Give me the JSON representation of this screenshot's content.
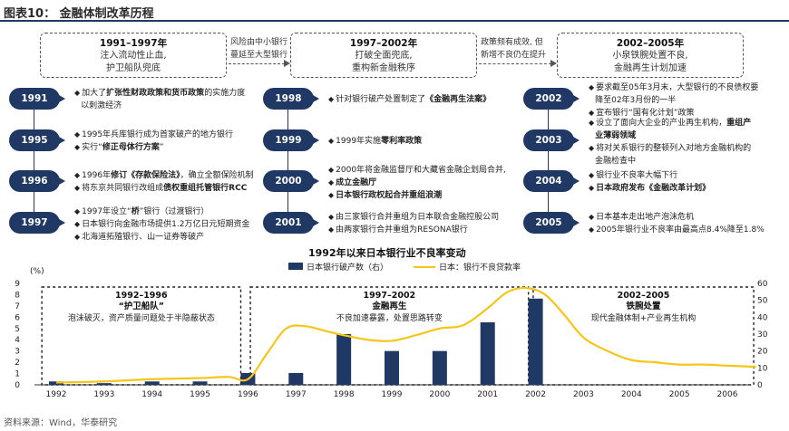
{
  "header": {
    "title": "图表10：  金融体制改革历程"
  },
  "phases": [
    {
      "years": "1991–1997年",
      "lines": [
        "注入流动性止血,",
        "护卫船队兜底"
      ]
    },
    {
      "years": "1997–2002年",
      "lines": [
        "打破全面兜底,",
        "重构新金融秩序"
      ]
    },
    {
      "years": "2002–2005年",
      "lines": [
        "小泉铁腕处置不良,",
        "金融再生计划加速"
      ]
    }
  ],
  "transitions": [
    {
      "lines": [
        "风险由中小银行",
        "蔓延至大型银行"
      ]
    },
    {
      "lines": [
        "政策频有成效, 但",
        "新增不良仍在提升"
      ]
    }
  ],
  "timeline": {
    "col1": [
      {
        "year": "1991",
        "items": [
          [
            "加大了",
            "扩张性财政政策和货币政策",
            "的实施力度"
          ],
          [
            "以刺激经济",
            "",
            ""
          ]
        ]
      },
      {
        "year": "1995",
        "items": [
          [
            "1995年兵库银行成为首家破产的地方银行",
            "",
            ""
          ],
          [
            "实行“",
            "修正母体行方案",
            "”"
          ]
        ]
      },
      {
        "year": "1996",
        "items": [
          [
            "1996年",
            "修订《存款保险法》",
            "，确立全额保险机制"
          ],
          [
            "将东京共同银行改组成",
            "债权重组托管银行RCC",
            ""
          ]
        ]
      },
      {
        "year": "1997",
        "items": [
          [
            "1997年设立“",
            "桥",
            "”银行（过渡银行）"
          ],
          [
            "日本银行向金融市场提供1.2万亿日元短期资金",
            "",
            ""
          ],
          [
            "北海道拓殖银行、山一证券等破产",
            "",
            ""
          ]
        ]
      }
    ],
    "col2": [
      {
        "year": "1998",
        "items": [
          [
            "针对银行破产处置制定了",
            "《金融再生法案》",
            ""
          ]
        ]
      },
      {
        "year": "1999",
        "items": [
          [
            "1999年实施",
            "零利率政策",
            ""
          ]
        ]
      },
      {
        "year": "2000",
        "items": [
          [
            "2000年将金融监督厅和大藏省金融企划局合并,",
            "",
            ""
          ],
          [
            "",
            "成立金融厅",
            ""
          ],
          [
            "",
            "日本银行政权起合并重组浪潮",
            ""
          ]
        ]
      },
      {
        "year": "2001",
        "items": [
          [
            "由三家银行合并重组为日本联合金融控股公司",
            "",
            ""
          ],
          [
            "由两家银行合并重组为RESONA银行",
            "",
            ""
          ]
        ]
      }
    ],
    "col3": [
      {
        "year": "2002",
        "items": [
          [
            "要求截至05年3月末，大型银行的不良债权要",
            "",
            ""
          ],
          [
            "降至02年3月份的一半",
            "",
            ""
          ],
          [
            "宣布银行“国有化计划”政策",
            "",
            ""
          ]
        ]
      },
      {
        "year": "2003",
        "items": [
          [
            "设立了面向大企业的产业再生机构，",
            "重组产",
            ""
          ],
          [
            "",
            "业薄弱领域",
            ""
          ],
          [
            "将对关系银行的整顿列入对地方金融机构的",
            "",
            ""
          ],
          [
            "金融检查中",
            "",
            ""
          ]
        ]
      },
      {
        "year": "2004",
        "items": [
          [
            "银行业不良率大幅下行",
            "",
            ""
          ],
          [
            "",
            "日本政府发布《金融改革计划》",
            ""
          ]
        ]
      },
      {
        "year": "2005",
        "items": [
          [
            "日本基本走出地产泡沫危机",
            "",
            ""
          ],
          [
            "2005年银行业不良率由最高点8.4%降至1.8%",
            "",
            ""
          ]
        ]
      }
    ]
  },
  "chart_title": "1992年以来日本银行业不良率变动",
  "chart_data": {
    "type": "bar+line",
    "title": "1992年以来日本银行业不良率变动",
    "left_axis_label": "(%)",
    "left_ylim": [
      0,
      9
    ],
    "left_ticks": [
      "0",
      "1",
      "2",
      "3",
      "4",
      "5",
      "6",
      "7",
      "8",
      "9"
    ],
    "right_ylim": [
      0,
      60
    ],
    "right_ticks": [
      "0",
      "10",
      "20",
      "30",
      "40",
      "50",
      "60"
    ],
    "x_labels": [
      "1992",
      "1993",
      "1994",
      "1995",
      "1996",
      "1997",
      "1998",
      "1999",
      "2000",
      "2001",
      "2002",
      "2003",
      "2004",
      "2005",
      "2006"
    ],
    "bars": {
      "name": "日本银行破产数（右）",
      "axis": "right",
      "color": "#1f3864",
      "values": [
        2,
        1,
        2,
        2,
        7,
        7,
        30,
        20,
        20,
        37,
        51,
        0,
        0,
        0,
        0
      ]
    },
    "line": {
      "name": "日本：银行不良贷款率",
      "axis": "left",
      "color": "#f5c518",
      "x": [
        1992.0,
        1993.0,
        1994.0,
        1995.0,
        1995.6,
        1996.0,
        1996.4,
        1996.8,
        1997.2,
        1997.6,
        1998.0,
        1998.5,
        1999.0,
        1999.5,
        2000.0,
        2000.5,
        2001.0,
        2001.4,
        2001.8,
        2002.2,
        2002.6,
        2003.0,
        2003.5,
        2004.0,
        2004.5,
        2005.0,
        2005.5,
        2006.0,
        2006.6
      ],
      "y": [
        0.2,
        0.3,
        0.5,
        0.6,
        0.7,
        0.5,
        2.8,
        5.0,
        5.2,
        4.8,
        4.4,
        4.0,
        3.9,
        4.4,
        5.0,
        5.3,
        6.8,
        8.2,
        8.6,
        8.0,
        6.2,
        4.2,
        3.0,
        2.2,
        2.0,
        1.8,
        1.8,
        1.7,
        1.6
      ]
    },
    "annotations": [
      {
        "years": "1992–1996",
        "tag": "“护卫船队”",
        "text": "泡沫破灭，资产质量问题处于半隐蔽状态"
      },
      {
        "years": "1997–2002",
        "tag": "金融再生",
        "text": "不良加速暴露，处置思路转变"
      },
      {
        "years": "2002–2005",
        "tag": "铁腕处置",
        "text": "现代金融体制+产业再生机构"
      }
    ]
  },
  "source": "资料来源：Wind，华泰研究"
}
